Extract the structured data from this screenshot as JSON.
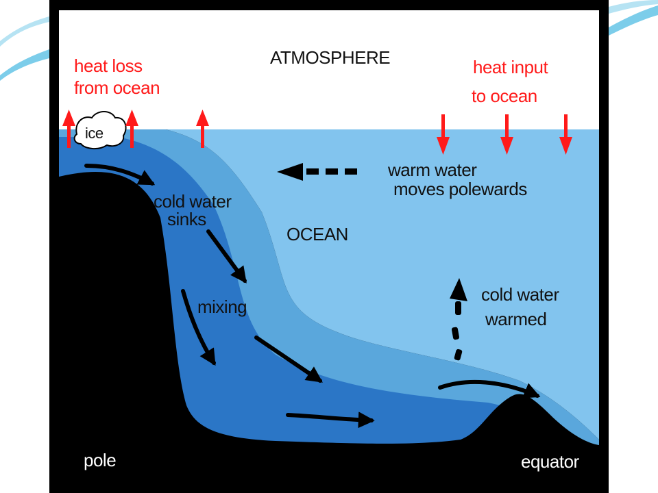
{
  "colors": {
    "atmosphere": "#ffffff",
    "ocean_surface": "#82c4ee",
    "ocean_mid": "#5aa7dc",
    "cold_water": "#2b76c6",
    "seafloor": "#000000",
    "heat_arrow": "#ff1a1a",
    "flow_arrow": "#000000",
    "slide_accent": "#7ccdea"
  },
  "labels": {
    "atmosphere": "ATMOSPHERE",
    "heat_loss_line1": "heat loss",
    "heat_loss_line2": "from ocean",
    "heat_input_line1": "heat input",
    "heat_input_line2": "to ocean",
    "ice": "ice",
    "warm_water_line1": "warm water",
    "warm_water_line2": "moves polewards",
    "cold_sinks_line1": "cold water",
    "cold_sinks_line2": "sinks",
    "ocean": "OCEAN",
    "mixing": "mixing",
    "cold_warmed_line1": "cold water",
    "cold_warmed_line2": "warmed",
    "pole": "pole",
    "equator": "equator"
  },
  "icons": {
    "heat_loss_arrows": "arrow-up-icon",
    "heat_input_arrows": "arrow-down-icon",
    "flow_arrows": "arrow-icon",
    "ice": "ice-chunk-icon"
  }
}
